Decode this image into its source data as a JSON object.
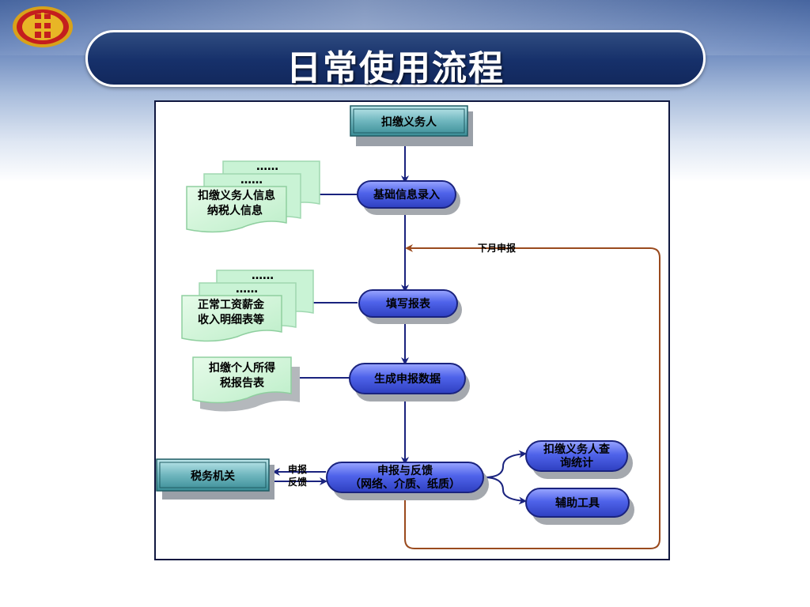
{
  "slide": {
    "title": "日常使用流程"
  },
  "colors": {
    "header_dark": "#16306a",
    "node_blue": "#4a5fe0",
    "rect_teal": "#2e8088",
    "doc_green": "#c9f3d5",
    "arrow_navy": "#1a237e",
    "loop_brown": "#9a4a1e"
  },
  "diagram": {
    "withholding_agent": "扣缴义务人",
    "basic_info_entry": "基础信息录入",
    "fill_report": "填写报表",
    "generate_data": "生成申报数据",
    "declare_feedback_line1": "申报与反馈",
    "declare_feedback_line2": "（网络、介质、纸质）",
    "tax_authority": "税务机关",
    "agent_query_line1": "扣缴义务人查",
    "agent_query_line2": "询统计",
    "aux_tools": "辅助工具",
    "doc1_line1": "扣缴义务人信息",
    "doc1_line2": "纳税人信息",
    "doc2_line1": "正常工资薪金",
    "doc2_line2": "收入明细表等",
    "doc3_line1": "扣缴个人所得",
    "doc3_line2": "税报告表",
    "ellipsis": "……",
    "next_month": "下月申报",
    "edge_declare": "申报",
    "edge_feedback": "反馈"
  }
}
